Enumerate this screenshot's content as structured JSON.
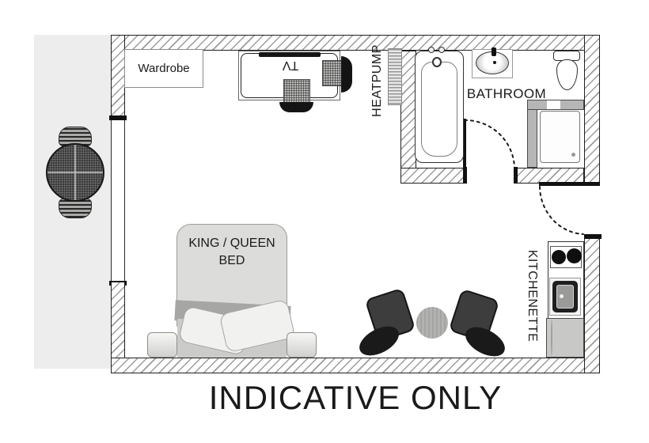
{
  "floorplan": {
    "footer_note": "INDICATIVE ONLY",
    "labels": {
      "wardrobe": "Wardrobe",
      "tv": "TV",
      "heatpump": "HEATPUMP",
      "bathroom": "BATHROOM",
      "bed_line1": "KING / QUEEN",
      "bed_line2": "BED",
      "kitchenette": "KITCHENETTE"
    },
    "colors": {
      "wall_hatch": "#9c9c9c",
      "wall_border": "#1f1f1f",
      "deck": "#ededed",
      "dark_furniture": "#3d3d3d",
      "seat_black": "#1a1a1a",
      "quilt": "#dcdcda",
      "quilt_band": "#a6a6a4",
      "sheet": "#cbcbc9",
      "pillow": "#f1f1ef",
      "wood_table": "#b2b2b0",
      "counter_gray": "#c8c8c6",
      "frame_gray": "#b6b6b6",
      "ink": "#1a1a1a"
    }
  }
}
